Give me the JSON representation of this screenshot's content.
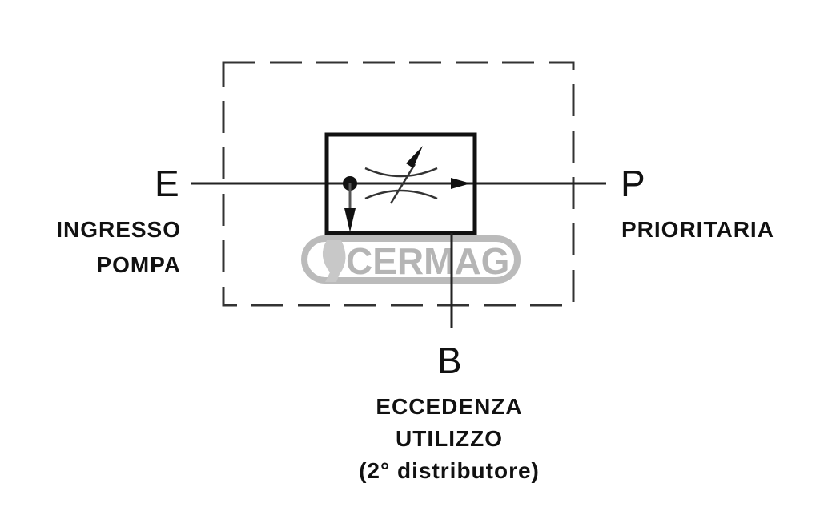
{
  "ports": {
    "E": "E",
    "P": "P",
    "B": "B"
  },
  "labels": {
    "inlet": [
      "INGRESSO",
      "POMPA"
    ],
    "priority": "PRIORITARIA",
    "excess": [
      "ECCEDENZA",
      "UTILIZZO",
      "(2° distributore)"
    ]
  },
  "watermark": "CERMAG",
  "colors": {
    "line": "#111111",
    "watermark": "#b5b5b5"
  }
}
